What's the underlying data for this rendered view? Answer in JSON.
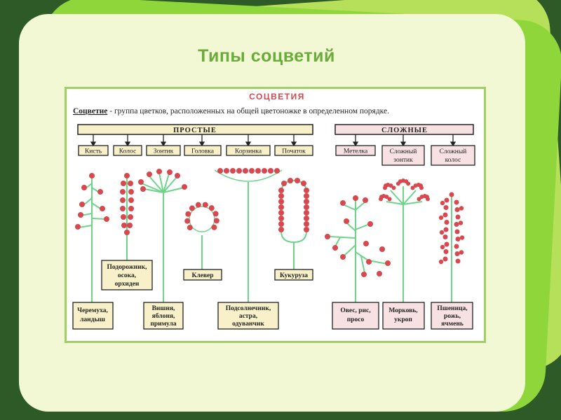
{
  "slide": {
    "title": "Типы соцветий"
  },
  "diagram": {
    "header": "СОЦВЕТИЯ",
    "definition_term": "Соцветие",
    "definition_text": " - группа цветков, расположенных на общей цветоножке в определенном порядке.",
    "groups": {
      "simple": "ПРОСТЫЕ",
      "complex": "СЛОЖНЫЕ"
    },
    "types": {
      "raceme": "Кисть",
      "spike": "Колос",
      "umbel": "Зонтик",
      "head": "Головка",
      "basket": "Корзинка",
      "spadix": "Початок",
      "panicle": "Метелка",
      "compound_umbel_1": "Сложный",
      "compound_umbel_2": "зонтик",
      "compound_spike_1": "Сложный",
      "compound_spike_2": "колос"
    },
    "examples": {
      "raceme_1": "Черемуха,",
      "raceme_2": "ландыш",
      "spike_1": "Подорожник,",
      "spike_2": "осока,",
      "spike_3": "орхидеи",
      "umbel_1": "Вишня,",
      "umbel_2": "яблоня,",
      "umbel_3": "примула",
      "head_1": "Клевер",
      "basket_1": "Подсолнечник,",
      "basket_2": "астра,",
      "basket_3": "одуванчик",
      "spadix_1": "Кукуруза",
      "panicle_1": "Овес, рис,",
      "panicle_2": "просо",
      "cumbel_1": "Морковь,",
      "cumbel_2": "укроп",
      "cspike_1": "Пшеница,",
      "cspike_2": "рожь,",
      "cspike_3": "ячмень"
    }
  },
  "colors": {
    "background": "#2d5a27",
    "accent_light": "#b6e05a",
    "accent_bright": "#8fd63a",
    "card": "#f2f7d4",
    "title": "#6aab3c",
    "frame_border": "#9ed064",
    "stem": "#6ed48a",
    "flower": "#d9474f",
    "header_red": "#d24a50",
    "complex_bar": "#f7e1e3",
    "label_box": "#f7f0c8"
  }
}
